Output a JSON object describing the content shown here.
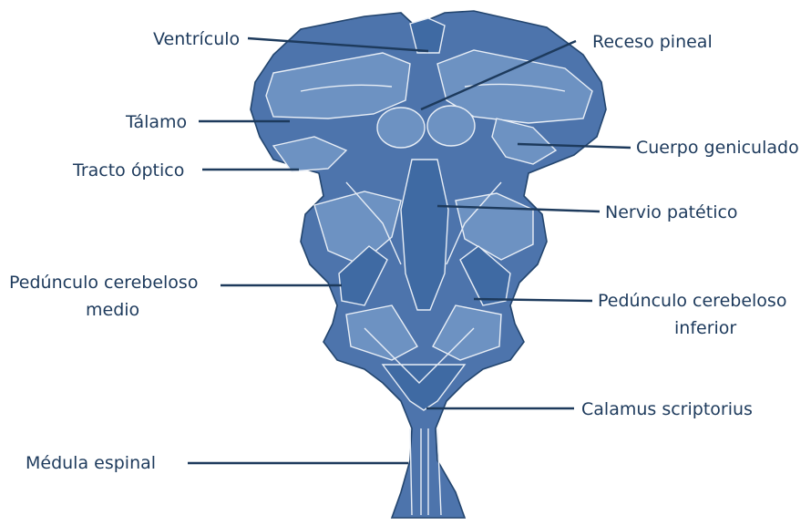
{
  "labels": {
    "ventriculo": "Ventrículo",
    "receso_pineal": "Receso pineal",
    "talamo": "Tálamo",
    "cuerpo_geniculado": "Cuerpo geniculado",
    "tracto_optico": "Tracto óptico",
    "nervio_patetico": "Nervio patético",
    "pedunculo_medio_line1": "Pedúnculo cerebeloso",
    "pedunculo_medio_line2": "medio",
    "pedunculo_inferior_line1": "Pedúnculo cerebeloso",
    "pedunculo_inferior_line2": "inferior",
    "calamus": "Calamus scriptorius",
    "medula": "Médula espinal"
  },
  "colors": {
    "tissue": "#4d74ac",
    "tissue_light": "#6d92c2",
    "outline": "#23456e",
    "highlight": "#e8eef6",
    "label_text": "#1d3a5c"
  }
}
